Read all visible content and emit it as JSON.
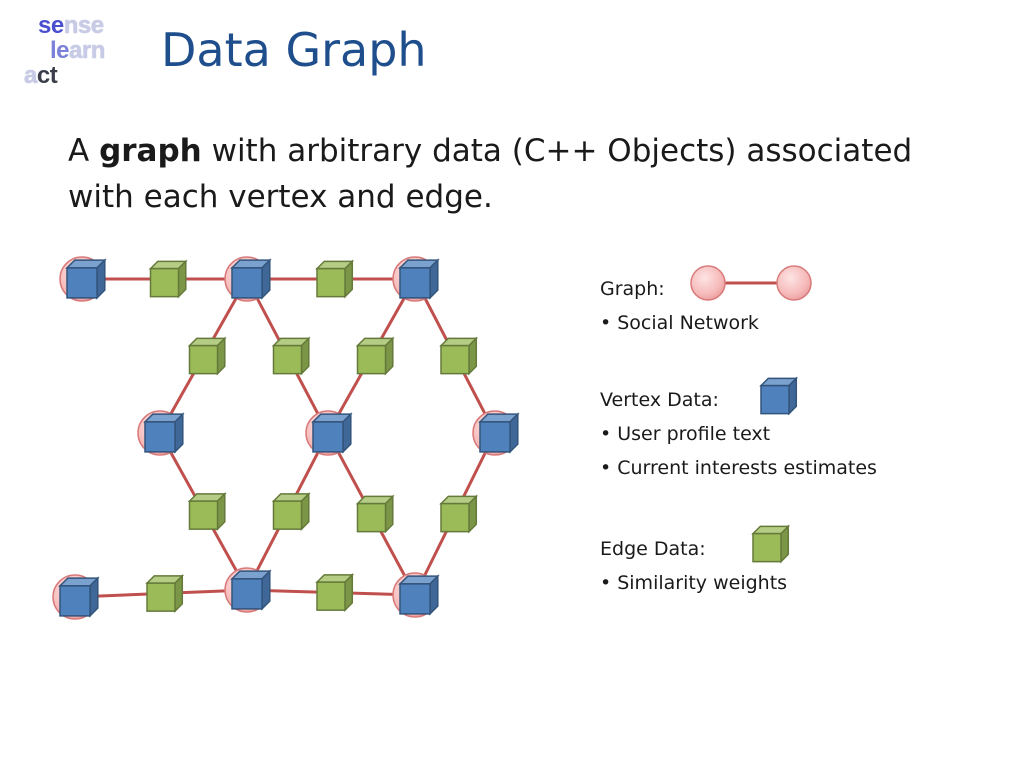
{
  "logo": {
    "row1": [
      "se",
      "nse"
    ],
    "row2": [
      "le",
      "arn"
    ],
    "row3": [
      "a",
      "ct"
    ]
  },
  "title": "Data Graph",
  "subtitle": {
    "prefix": "A ",
    "bold": "graph",
    "suffix": " with arbitrary data (C++ Objects) associated with each vertex and edge."
  },
  "legend": {
    "graph_label": "Graph:",
    "graph_items": [
      "Social Network"
    ],
    "vertex_label": "Vertex Data:",
    "vertex_items": [
      "User profile text",
      "Current interests estimates"
    ],
    "edge_label": "Edge Data:",
    "edge_items": [
      "Similarity weights"
    ]
  },
  "colors": {
    "title": "#1f4e8c",
    "edge_line": "#c0504d",
    "vertex_circle_fill": "#f9c4c4",
    "vertex_circle_stroke": "#d97a7a",
    "vertex_cube": "#4f81bd",
    "edge_cube": "#9bbb59"
  },
  "icons": [
    "pink-vertex-circle",
    "blue-cube-icon",
    "green-cube-icon"
  ]
}
